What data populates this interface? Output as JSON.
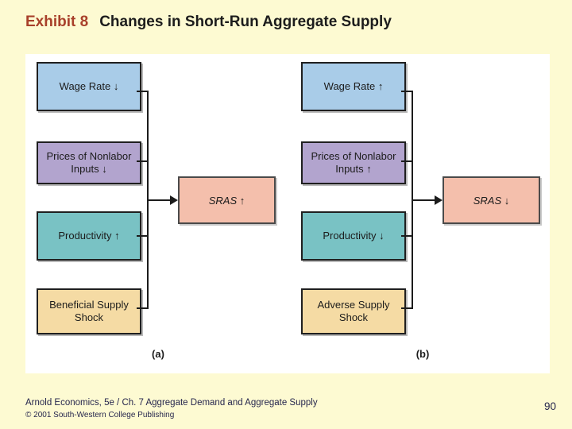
{
  "title": {
    "exhibit": "Exhibit 8",
    "text": "Changes in Short-Run Aggregate Supply"
  },
  "colors": {
    "slide_bg": "#FDFAD2",
    "panel_bg": "#FFFFFF",
    "title_exhibit": "#A8402A",
    "title_text": "#1C1C1C",
    "box_blue": "#A9CCE8",
    "box_purple": "#B2A4CE",
    "box_teal": "#79C2C4",
    "box_tan": "#F5DBA4",
    "box_salmon": "#F4BFAC",
    "line_color": "#1C1C1C",
    "footer_text": "#26264D"
  },
  "diagram": {
    "panels": [
      {
        "label": "(a)",
        "boxes": [
          {
            "text": "Wage Rate ↓"
          },
          {
            "text": "Prices of Nonlabor Inputs ↓"
          },
          {
            "text": "Productivity ↑"
          },
          {
            "text": "Beneficial Supply Shock"
          }
        ],
        "result": "SRAS ↑"
      },
      {
        "label": "(b)",
        "boxes": [
          {
            "text": "Wage Rate ↑"
          },
          {
            "text": "Prices of Nonlabor Inputs ↑"
          },
          {
            "text": "Productivity ↓"
          },
          {
            "text": "Adverse Supply Shock"
          }
        ],
        "result": "SRAS ↓"
      }
    ]
  },
  "footer": {
    "line1": "Arnold Economics, 5e / Ch. 7  Aggregate Demand and Aggregate Supply",
    "line2": "© 2001 South-Western College Publishing",
    "page": "90"
  }
}
